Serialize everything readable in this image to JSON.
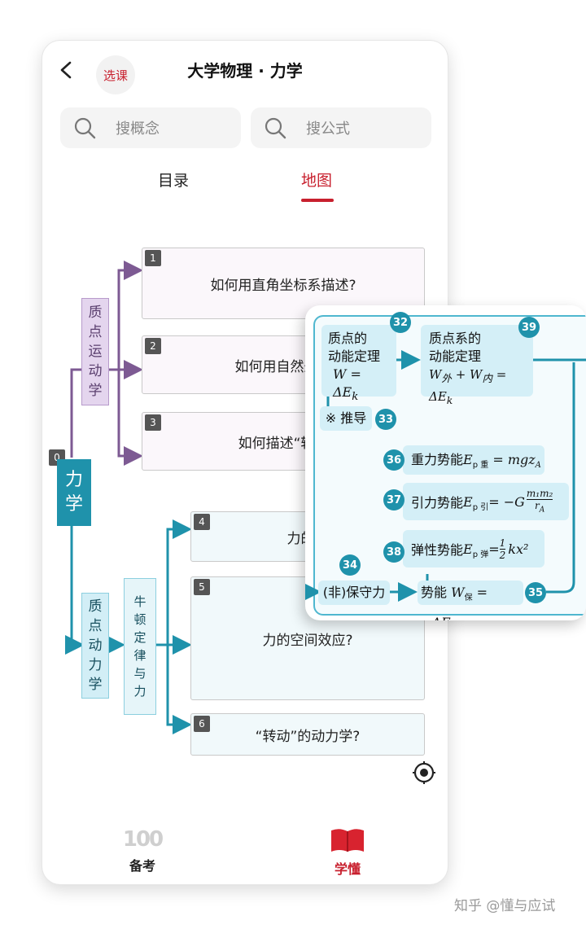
{
  "header": {
    "title": "大学物理 · 力学",
    "course_button": "选课"
  },
  "search": {
    "concept_placeholder": "搜概念",
    "formula_placeholder": "搜公式"
  },
  "tabs": [
    {
      "label": "目录",
      "active": false
    },
    {
      "label": "地图",
      "active": true
    }
  ],
  "map": {
    "root": {
      "num": "0",
      "label_lines": [
        "力",
        "学"
      ]
    },
    "categories": [
      {
        "label_lines": [
          "质",
          "点",
          "运",
          "动",
          "学"
        ]
      },
      {
        "label_lines": [
          "质",
          "点",
          "动",
          "力",
          "学"
        ]
      }
    ],
    "newton": {
      "label_lines": [
        "牛",
        "顿",
        "定",
        "律",
        "与",
        "力"
      ]
    },
    "nodes": [
      {
        "num": "1",
        "label": "如何用直角坐标系描述?"
      },
      {
        "num": "2",
        "label": "如何用自然坐标"
      },
      {
        "num": "3",
        "label": "如何描述“转动"
      },
      {
        "num": "4",
        "label": "力的时"
      },
      {
        "num": "5",
        "label": "力的空间效应?"
      },
      {
        "num": "6",
        "label": "“转动”的动力学?"
      }
    ]
  },
  "overlay": {
    "n32": {
      "badge": "32",
      "line1": "质点的",
      "line2": "动能定理",
      "formula": "W = ΔE",
      "sub": "k"
    },
    "n39": {
      "badge": "39",
      "line1": "质点系的",
      "line2": "动能定理",
      "formula_a": "W",
      "sub_a": "外",
      "formula_b": " + W",
      "sub_b": "内",
      "formula_c": " = ΔE",
      "sub_c": "k"
    },
    "n33": {
      "badge": "33",
      "label": "※ 推导"
    },
    "n36": {
      "badge": "36",
      "label": "重力势能",
      "formula": "E",
      "sub": "p 重",
      "rhs": " = mgz",
      "rhs_sub": "A"
    },
    "n37": {
      "badge": "37",
      "label": "引力势能",
      "formula": "E",
      "sub": "p 引",
      "rhs": " = −G",
      "num": "m₁m₂",
      "den": "r",
      "den_sub": "A"
    },
    "n38": {
      "badge": "38",
      "label": "弹性势能",
      "formula": "E",
      "sub": "p 弹",
      "rhs": " = ",
      "frac_num": "1",
      "frac_den": "2",
      "tail": "kx²"
    },
    "n34": {
      "badge": "34",
      "label": "(非)保守力"
    },
    "n35": {
      "badge": "35",
      "label": "势能",
      "formula": "W",
      "sub": "保",
      "rhs": " = −ΔE",
      "rhs_sub": "p"
    }
  },
  "bottom_nav": [
    {
      "icon_text": "100",
      "label": "备考",
      "active": false
    },
    {
      "label": "学懂",
      "active": true
    }
  ],
  "watermark": "知乎 @懂与应试",
  "colors": {
    "accent_red": "#c8202e",
    "teal": "#1f92ab",
    "purple": "#7d5a93",
    "light_teal": "#d4eff7"
  }
}
